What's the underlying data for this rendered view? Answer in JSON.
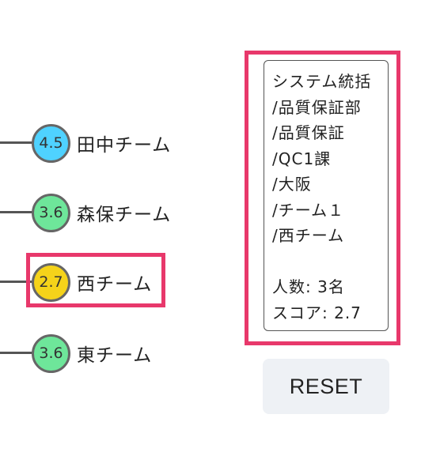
{
  "colors": {
    "highlight": "#e8386b",
    "score_blue": "#4fd2ff",
    "score_green": "#6ee69a",
    "score_yellow": "#f5d31a"
  },
  "teams": [
    {
      "score": "4.5",
      "name": "田中チーム",
      "score_color": "#4fd2ff",
      "selected": false
    },
    {
      "score": "3.6",
      "name": "森保チーム",
      "score_color": "#6ee69a",
      "selected": false
    },
    {
      "score": "2.7",
      "name": "西チーム",
      "score_color": "#f5d31a",
      "selected": true
    },
    {
      "score": "3.6",
      "name": "東チーム",
      "score_color": "#6ee69a",
      "selected": false
    }
  ],
  "detail": {
    "path_lines": [
      "システム統括",
      "/品質保証部",
      "/品質保証",
      "/QC1課",
      "/大阪",
      "/チーム１",
      "/西チーム"
    ],
    "headcount": "人数: 3名",
    "score": "スコア: 2.7"
  },
  "reset_label": "RESET"
}
